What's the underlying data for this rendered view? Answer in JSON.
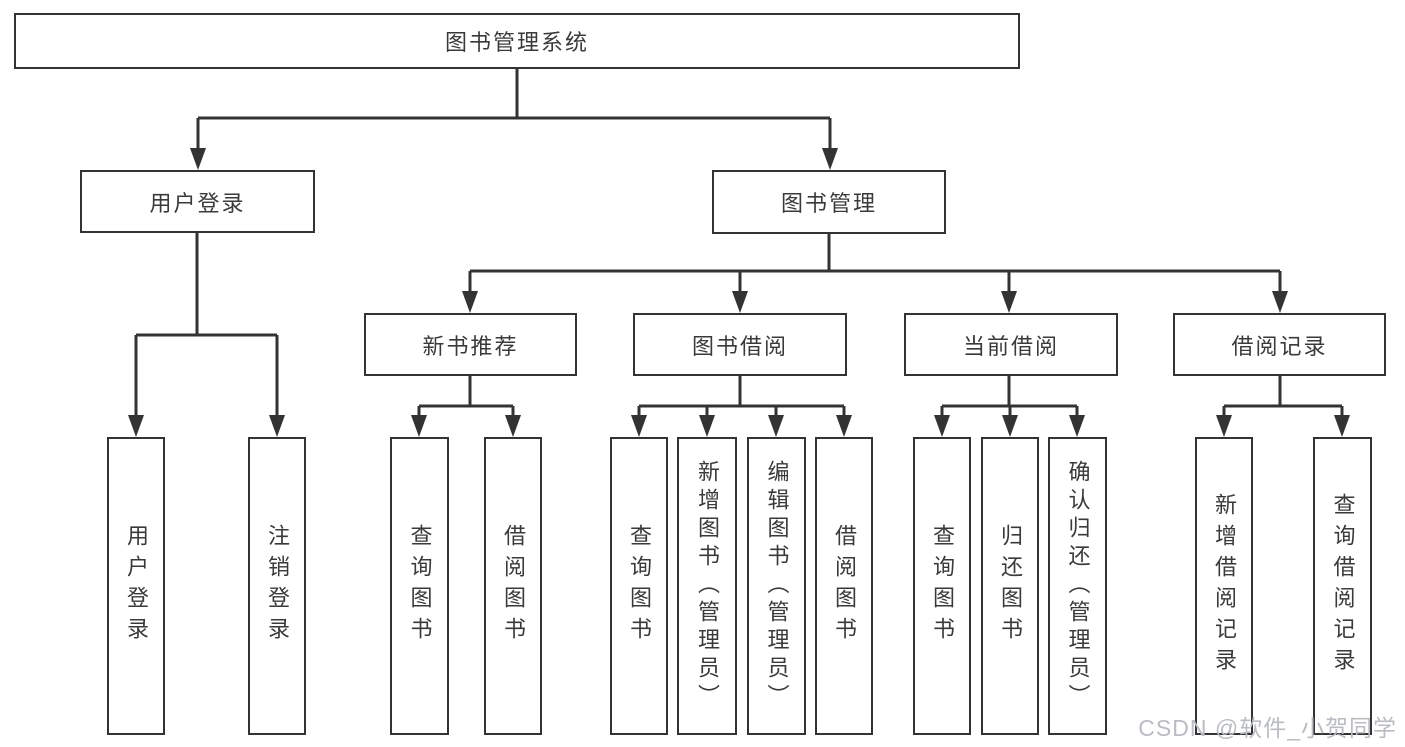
{
  "colors": {
    "line": "#333333",
    "box_border": "#333333",
    "text": "#3a3a3a",
    "watermark": "#b9bcc1"
  },
  "tree": {
    "root": {
      "label": "图书管理系统"
    },
    "branches": [
      {
        "label": "用户登录",
        "children": [
          {
            "label": "用户登录"
          },
          {
            "label": "注销登录"
          }
        ]
      },
      {
        "label": "图书管理",
        "children": [
          {
            "label": "新书推荐",
            "children": [
              {
                "label": "查询图书"
              },
              {
                "label": "借阅图书"
              }
            ]
          },
          {
            "label": "图书借阅",
            "children": [
              {
                "label": "查询图书"
              },
              {
                "label": "新增图书（管理员）"
              },
              {
                "label": "编辑图书（管理员）"
              },
              {
                "label": "借阅图书"
              }
            ]
          },
          {
            "label": "当前借阅",
            "children": [
              {
                "label": "查询图书"
              },
              {
                "label": "归还图书"
              },
              {
                "label": "确认归还（管理员）"
              }
            ]
          },
          {
            "label": "借阅记录",
            "children": [
              {
                "label": "新增借阅记录"
              },
              {
                "label": "查询借阅记录"
              }
            ]
          }
        ]
      }
    ]
  },
  "watermark": {
    "text": "CSDN @软件_小贺同学"
  }
}
